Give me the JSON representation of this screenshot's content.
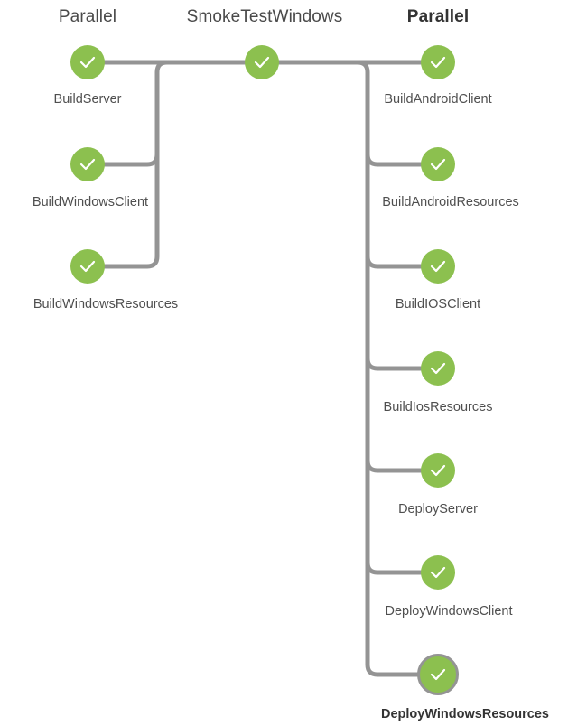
{
  "stages": {
    "parallel_left": {
      "title": "Parallel"
    },
    "smoke": {
      "title": "SmokeTestWindows"
    },
    "parallel_right": {
      "title": "Parallel"
    }
  },
  "nodes": {
    "build_server": {
      "label": "BuildServer",
      "status": "success"
    },
    "build_windows_client": {
      "label": "BuildWindowsClient",
      "status": "success"
    },
    "build_windows_resources": {
      "label": "BuildWindowsResources",
      "status": "success"
    },
    "smoke_test_windows": {
      "status": "success"
    },
    "build_android_client": {
      "label": "BuildAndroidClient",
      "status": "success"
    },
    "build_android_resources": {
      "label": "BuildAndroidResources",
      "status": "success"
    },
    "build_ios_client": {
      "label": "BuildIOSClient",
      "status": "success"
    },
    "build_ios_resources": {
      "label": "BuildIosResources",
      "status": "success"
    },
    "deploy_server": {
      "label": "DeployServer",
      "status": "success"
    },
    "deploy_windows_client": {
      "label": "DeployWindowsClient",
      "status": "success"
    },
    "deploy_windows_resources": {
      "label": "DeployWindowsResources",
      "status": "success",
      "selected": true
    }
  },
  "icons": {
    "status_success": "check-icon"
  },
  "colors": {
    "success": "#8cc04f",
    "connector": "#949494",
    "text": "#4f4f4f",
    "selected_ring": "#949494"
  }
}
